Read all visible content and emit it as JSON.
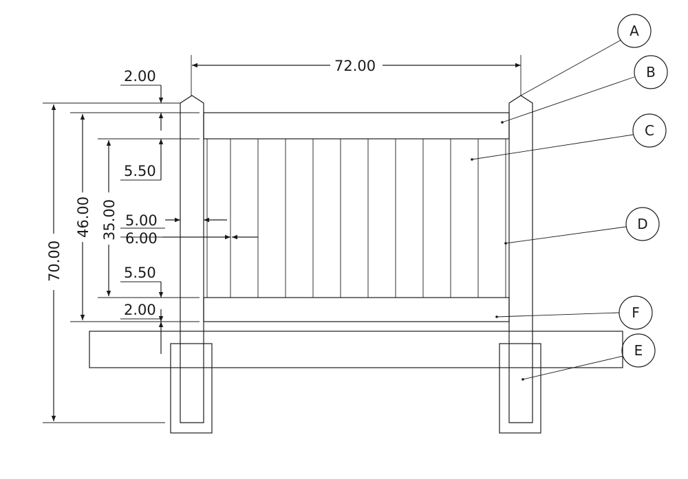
{
  "dimensions": {
    "overall_width": "72.00",
    "overall_height": "70.00",
    "frame_height": "46.00",
    "picket_height": "35.00",
    "top_gap": "2.00",
    "top_rail": "5.50",
    "post_width": "5.00",
    "picket_width": "6.00",
    "bottom_rail": "5.50",
    "bottom_gap": "2.00"
  },
  "callouts": [
    "A",
    "B",
    "C",
    "D",
    "F",
    "E"
  ],
  "colors": {
    "line": "#1a1a1a",
    "background": "#ffffff"
  }
}
